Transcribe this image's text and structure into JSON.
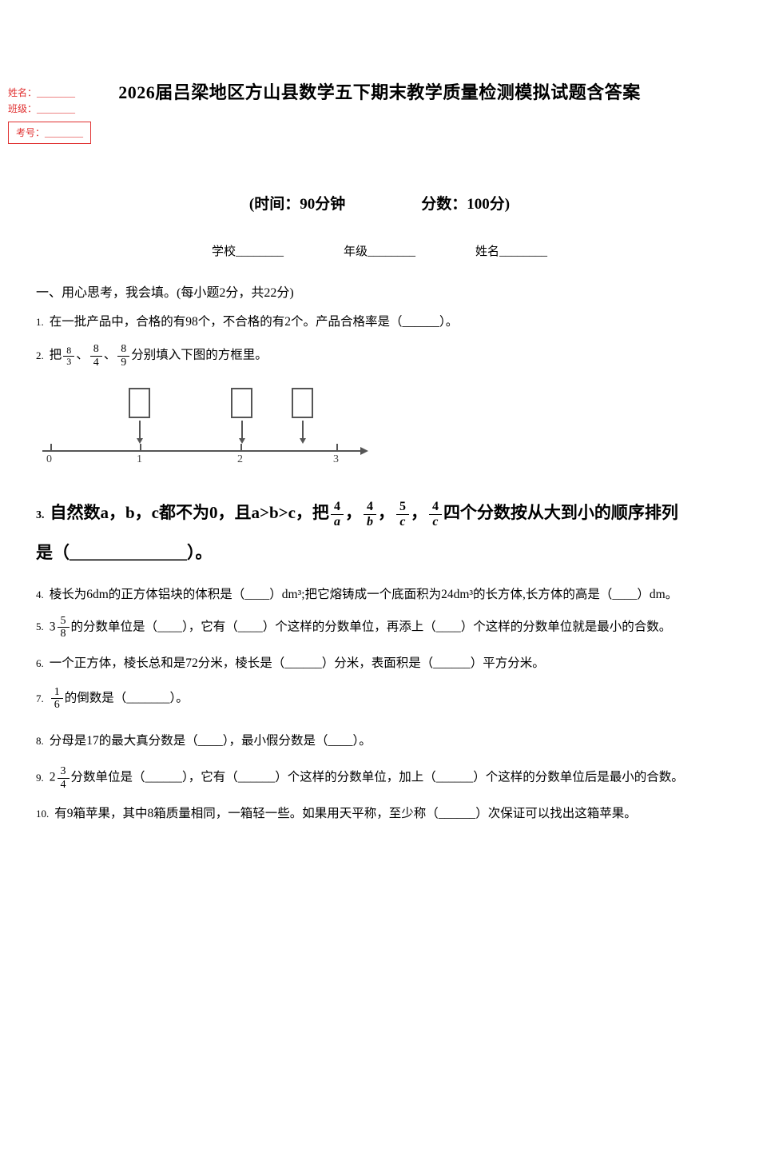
{
  "corner": {
    "line1": "姓名：________",
    "line2": "班级：________",
    "boxed": "考号：________"
  },
  "title": "2026届吕梁地区方山县数学五下期末教学质量检测模拟试题含答案",
  "meta": {
    "time": "(时间：90分钟",
    "score": "分数：100分)"
  },
  "fields": {
    "school": "学校________",
    "grade": "年级________",
    "name": "姓名________"
  },
  "section": {
    "heading": "一、用心思考，我会填。(每小题2分，共22分)"
  },
  "q1": {
    "num": "1.",
    "text": "在一批产品中，合格的有98个，不合格的有2个。产品合格率是（______）。"
  },
  "q2": {
    "num": "2.",
    "pre": "把",
    "sep1": "、",
    "sep2": "、",
    "post": "分别填入下图的方框里。",
    "f1": {
      "n": "8",
      "d": "3"
    },
    "f2": {
      "n": "8",
      "d": "4"
    },
    "f3": {
      "n": "8",
      "d": "9"
    }
  },
  "diagram": {
    "labels": [
      "0",
      "1",
      "2",
      "3"
    ]
  },
  "q3": {
    "num": "3.",
    "part1": "自然数a，b，c都不为0，且a>b>c，把",
    "f1": {
      "n": "4",
      "d": "a"
    },
    "f2": {
      "n": "4",
      "d": "b"
    },
    "f3": {
      "n": "5",
      "d": "c"
    },
    "f4": {
      "n": "4",
      "d": "c"
    },
    "sep": "，",
    "part2": "四个分数按从大到小的顺序排列",
    "part3": "是（______________）。"
  },
  "q4": {
    "num": "4.",
    "text": "棱长为6dm的正方体铝块的体积是（____）dm³;把它熔铸成一个底面积为24dm³的长方体,长方体的高是（____）dm。"
  },
  "q5": {
    "num": "5.",
    "pre": "3",
    "frac": {
      "n": "5",
      "d": "8"
    },
    "post": "的分数单位是（____），它有（____）个这样的分数单位，再添上（____）个这样的分数单位就是最小的合数。"
  },
  "q6": {
    "num": "6.",
    "text": "一个正方体，棱长总和是72分米，棱长是（______）分米，表面积是（______）平方分米。"
  },
  "q7": {
    "num": "7.",
    "frac": {
      "n": "1",
      "d": "6"
    },
    "post": "的倒数是（_______）。"
  },
  "q8": {
    "num": "8.",
    "text": "分母是17的最大真分数是（____），最小假分数是（____）。"
  },
  "q9": {
    "num": "9.",
    "pre": "2",
    "frac": {
      "n": "3",
      "d": "4"
    },
    "post": "分数单位是（______），它有（______）个这样的分数单位，加上（______）个这样的分数单位后是最小的合数。"
  },
  "q10": {
    "num": "10.",
    "text": "有9箱苹果，其中8箱质量相同，一箱轻一些。如果用天平称，至少称（______）次保证可以找出这箱苹果。"
  }
}
